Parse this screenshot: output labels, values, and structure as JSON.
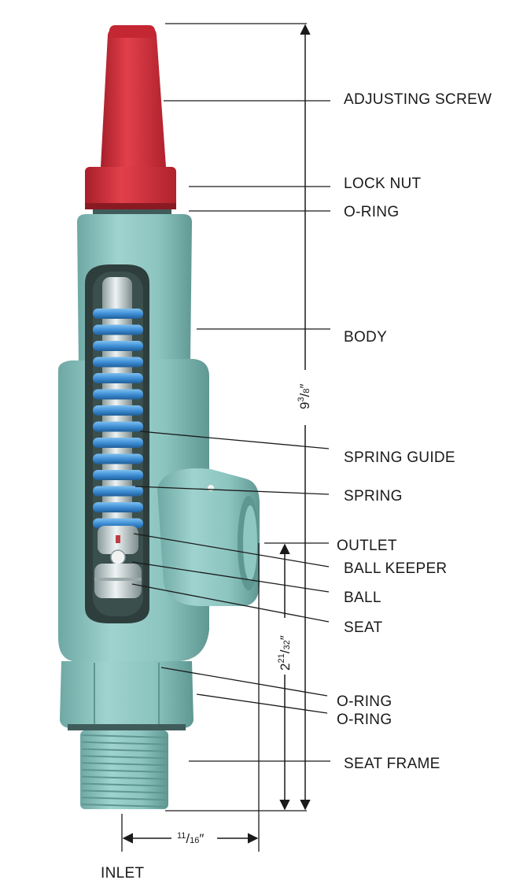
{
  "labels": {
    "adjusting_screw": "ADJUSTING SCREW",
    "lock_nut": "LOCK NUT",
    "o_ring_top": "O-RING",
    "body": "BODY",
    "spring_guide": "SPRING GUIDE",
    "spring": "SPRING",
    "outlet": "OUTLET",
    "ball_keeper": "BALL KEEPER",
    "ball": "BALL",
    "seat": "SEAT",
    "o_ring_1": "O-RING",
    "o_ring_2": "O-RING",
    "seat_frame": "SEAT FRAME",
    "inlet": "INLET"
  },
  "dimensions": {
    "overall_height": {
      "whole": "9",
      "num": "3",
      "den": "8",
      "unit": "″"
    },
    "outlet_height": {
      "whole": "2",
      "num": "21",
      "den": "32",
      "unit": "″"
    },
    "inlet_offset": {
      "whole": "",
      "num": "11",
      "den": "16",
      "unit": "″"
    }
  },
  "colors": {
    "body": "#8fc7c3",
    "body_shade": "#6fa9a5",
    "screw": "#d6303c",
    "spring": "#3f8fd6",
    "line": "#1a1a1a"
  }
}
